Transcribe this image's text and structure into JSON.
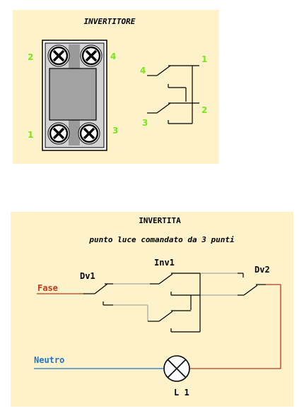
{
  "top_panel": {
    "title": "INVERTITORE",
    "terminal_labels": [
      "2",
      "4",
      "1",
      "3"
    ],
    "schematic_labels": [
      "4",
      "1",
      "3",
      "2"
    ],
    "label_color": "#77e61a"
  },
  "bottom_panel": {
    "title": "INVERTITA",
    "subtitle": "punto luce comandato da 3 punti",
    "dv1": "Dv1",
    "inv1": "Inv1",
    "dv2": "Dv2",
    "fase": "Fase",
    "neutro": "Neutro",
    "lamp": "L 1",
    "colors": {
      "fase": "#c0391b",
      "neutro": "#1e74d0",
      "traveler": "#a9a9a9",
      "panel": "#fdf2c9"
    }
  }
}
